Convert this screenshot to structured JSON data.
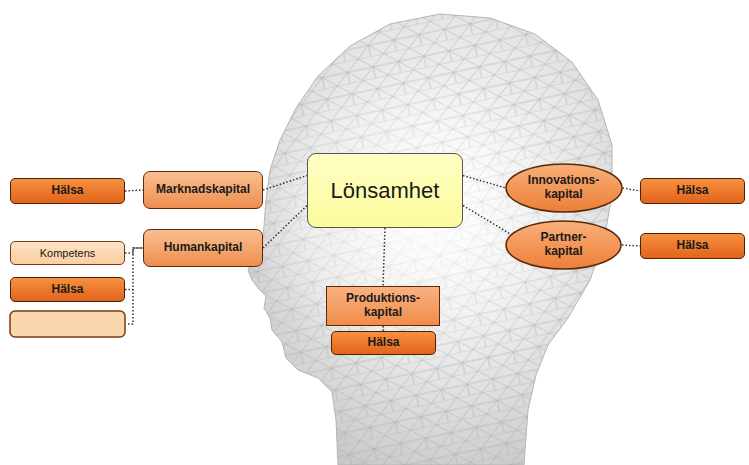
{
  "diagram": {
    "nodes": [
      {
        "text": [
          "Hälsa"
        ]
      },
      {
        "text": [
          "Marknadskapital"
        ]
      },
      {
        "text": [
          "Lönsamhet"
        ]
      },
      {
        "text": [
          "Innovations- kapital"
        ]
      },
      {
        "text": [
          "Hälsa"
        ]
      },
      {
        "text": [
          "Kompetens"
        ]
      },
      {
        "text": [
          "Humankapital"
        ]
      },
      {
        "text": [
          "Hälsa"
        ]
      },
      {
        "text": [
          "Partner- kapital"
        ]
      },
      {
        "text": [
          "Hälsa"
        ]
      },
      {
        "text": [
          "Produktions- kapital"
        ]
      },
      {
        "text": [
          "Hälsa"
        ]
      }
    ],
    "edges": [
      {
        "from": 0,
        "to": 1,
        "arrow": "none"
      },
      {
        "from": 1,
        "to": 2,
        "arrow": "none"
      },
      {
        "from": 5,
        "to": 6,
        "arrow": "none"
      },
      {
        "from": 7,
        "to": 6,
        "arrow": "none"
      },
      {
        "from": 6,
        "to": 2,
        "arrow": "none"
      },
      {
        "from": 2,
        "to": 3,
        "arrow": "none"
      },
      {
        "from": 3,
        "to": 4,
        "arrow": "none"
      },
      {
        "from": 2,
        "to": 8,
        "arrow": "none"
      },
      {
        "from": 8,
        "to": 9,
        "arrow": "none"
      },
      {
        "from": 2,
        "to": 10,
        "arrow": "none"
      },
      {
        "from": 10,
        "to": 11,
        "arrow": "none"
      }
    ]
  }
}
